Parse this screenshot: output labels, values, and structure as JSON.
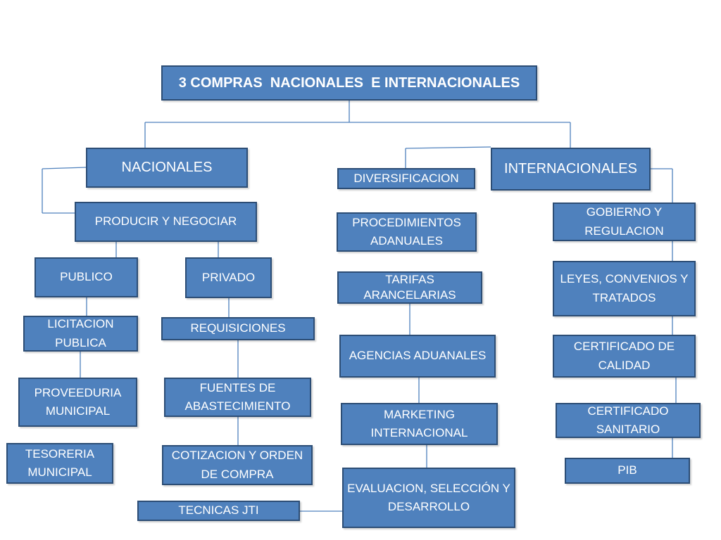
{
  "title": "3 COMPRAS  NACIONALES  E INTERNACIONALES",
  "nacionales": {
    "label": "NACIONALES",
    "producir": "PRODUCIR Y NEGOCIAR",
    "publico": {
      "label": "PUBLICO",
      "items": [
        "LICITACION PUBLICA",
        "PROVEEDURIA MUNICIPAL",
        "TESORERIA MUNICIPAL"
      ]
    },
    "privado": {
      "label": "PRIVADO",
      "items": [
        "REQUISICIONES",
        "FUENTES DE ABASTECIMIENTO",
        "COTIZACION Y ORDEN DE COMPRA"
      ]
    },
    "tecnicas": "TECNICAS JTI"
  },
  "middle": {
    "items": [
      "DIVERSIFICACION",
      "PROCEDIMIENTOS ADANUALES",
      "TARIFAS ARANCELARIAS",
      "AGENCIAS ADUANALES",
      "MARKETING INTERNACIONAL",
      "EVALUACION, SELECCIÓN Y DESARROLLO"
    ]
  },
  "internacionales": {
    "label": "INTERNACIONALES",
    "items": [
      "GOBIERNO Y REGULACION",
      "LEYES, CONVENIOS Y TRATADOS",
      "CERTIFICADO DE CALIDAD",
      "CERTIFICADO SANITARIO",
      "PIB"
    ]
  },
  "colors": {
    "box_fill": "#4f81bd",
    "box_border": "#2c4d75",
    "connector": "#4f81bd",
    "text": "#ffffff"
  }
}
